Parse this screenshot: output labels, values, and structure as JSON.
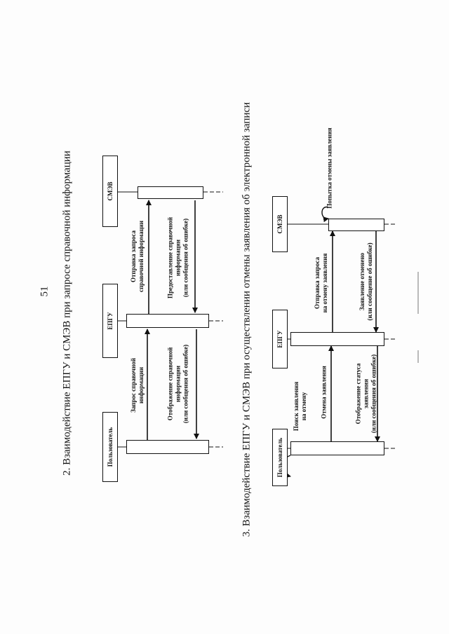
{
  "page_number": "51",
  "section2": {
    "heading": "2. Взаимодействие ЕПГУ и СМЭВ при запросе справочной информации",
    "actors": {
      "user": "Пользователь",
      "epgu": "ЕПГУ",
      "smev": "СМЭВ"
    },
    "messages": {
      "m1": [
        "Запрос справочной",
        "информации"
      ],
      "m2": [
        "Отправка запроса",
        "справочной информации"
      ],
      "m3": [
        "Предоставление справочной",
        "информации",
        "(или сообщения об ошибке)"
      ],
      "m4": [
        "Отображение справочной",
        "информации",
        "(или сообщения об ошибке)"
      ]
    }
  },
  "section3": {
    "heading": "3. Взаимодействие ЕПГУ и СМЭВ при осуществлении отмены заявления об электронной записи",
    "actors": {
      "user": "Пользователь",
      "epgu": "ЕПГУ",
      "smev": "СМЭВ"
    },
    "messages": {
      "self_user": [
        "Поиск заявления",
        "на отмену"
      ],
      "m1": [
        "Отмена заявления"
      ],
      "m2": [
        "Отправка запроса",
        "на отмену заявления"
      ],
      "self_smev": [
        "Попытка отмены заявления"
      ],
      "m3": [
        "Заявление отменено",
        "(или сообщение об ошибке)"
      ],
      "m4": [
        "Отображение статуса",
        "заявления",
        "(или сообщения об ошибке)"
      ]
    }
  }
}
